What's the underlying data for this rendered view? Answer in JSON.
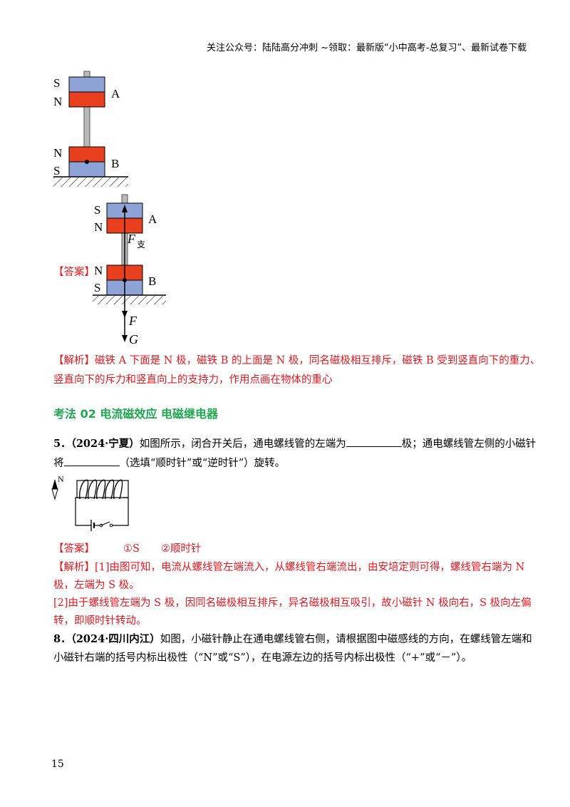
{
  "header": {
    "note": "关注公众号：陆陆高分冲刺 ~领取：最新版“小中高考-总复习”、最新试卷下载"
  },
  "figure1": {
    "label_s_top": "S",
    "label_n_top": "N",
    "label_a": "A",
    "label_n_bottom": "N",
    "label_s_bottom": "S",
    "label_b": "B"
  },
  "figure2": {
    "label_s_top": "S",
    "label_n_top": "N",
    "label_a": "A",
    "label_f_support": "F",
    "label_support_sub": "支",
    "label_n_bottom": "N",
    "label_s_bottom": "S",
    "label_b": "B",
    "label_f": "F",
    "label_g": "G"
  },
  "answer4": {
    "tag": "【答案】"
  },
  "analysis4": {
    "tag": "【解析】",
    "line1": "磁铁 A 下面是 N 极，磁铁 B 的上面是 N 极，同名磁极相互排斥，磁铁 B 受到竖直向下的重力、",
    "line2": "竖直向下的斥力和竖直向上的支持力，作用点画在物体的重心"
  },
  "section": {
    "title": "考法 02  电流磁效应  电磁继电器"
  },
  "q5": {
    "number": "5．",
    "source": "（2024·宁夏）",
    "text1": "如图所示，闭合开关后，通电螺线管的左端为",
    "text1b": "极；通电螺线管左侧的小磁针",
    "text2a": "将",
    "text2b": "（选填“顺时针”或“逆时针”）旋转。",
    "needle_label": "N"
  },
  "answer5": {
    "tag": "【答案】",
    "a1": "①S",
    "a2": "②顺时针"
  },
  "analysis5": {
    "tag": "【解析】",
    "line1": "[1]由图可知，电流从螺线管左端流入，从螺线管右端流出，由安培定则可得，螺线管右端为 N",
    "line2": "极，左端为 S 极。",
    "line3": "[2]由于螺线管左端为 S 极，因同名磁极相互排斥，异名磁极相互吸引，故小磁针 N 极向右，S 极向左偏",
    "line4": "转，即顺时针转动。"
  },
  "q8": {
    "number": "8．",
    "source": "（2024·四川内江）",
    "line1": "如图，小磁针静止在通电螺线管右侧，请根据图中磁感线的方向，在螺线管左端和",
    "line2": "小磁针右端的括号内标出极性（“N”或“S”），在电源左边的括号内标出极性（“+”或“－”）。"
  },
  "footer": {
    "page_number": "15"
  },
  "colors": {
    "magnet_blue": "#8ea4d6",
    "magnet_red": "#e8401e",
    "answer_red": "#e8171f",
    "section_green": "#1fa84f"
  }
}
